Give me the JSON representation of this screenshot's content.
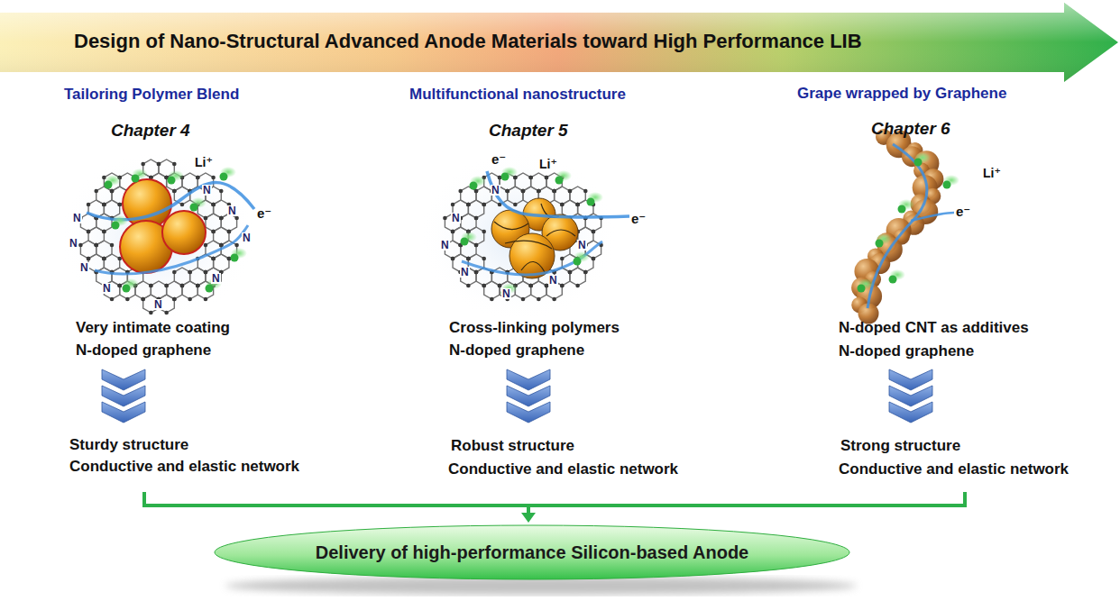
{
  "diagram": {
    "title": "Design of Nano-Structural Advanced Anode Materials toward High Performance LIB",
    "nodes": [
      {
        "text": [
          "Delivery of high-performance Silicon-based Anode"
        ]
      }
    ],
    "labels": [
      "Tailoring Polymer Blend",
      "Chapter 4",
      "Li⁺",
      "e⁻",
      "N",
      "N",
      "N",
      "N",
      "N",
      "N",
      "N",
      "N",
      "N",
      "Very intimate coating",
      "N-doped graphene",
      "Sturdy structure",
      "Conductive and elastic network",
      "Multifunctional nanostructure",
      "Chapter 5",
      "e⁻",
      "Li⁺",
      "e⁻",
      "N",
      "N",
      "N",
      "N",
      "N",
      "N",
      "N",
      "Cross-linking polymers",
      "N-doped graphene",
      "Robust structure",
      "Conductive and elastic network",
      "Grape wrapped by Graphene",
      "Chapter 6",
      "Li⁺",
      "e⁻",
      "N-doped CNT as additives",
      "N-doped graphene",
      "Strong structure",
      "Conductive and elastic network"
    ]
  }
}
